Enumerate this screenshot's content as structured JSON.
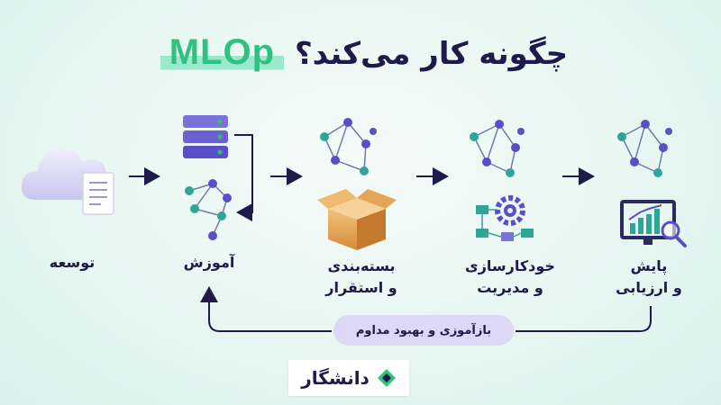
{
  "title": {
    "fa": "چگونه کار می‌کند؟",
    "en": "MLOp"
  },
  "stages": [
    {
      "label": "توسعه",
      "icon": "cloud-document-icon"
    },
    {
      "label": "آموزش",
      "icon": "server-network-icon"
    },
    {
      "label": "بسته‌بندی\nو استقرار",
      "icon": "box-network-icon"
    },
    {
      "label": "خودکارسازی\nو مدیریت",
      "icon": "gear-flow-network-icon"
    },
    {
      "label": "پایش\nو ارزیابی",
      "icon": "chart-magnifier-network-icon"
    }
  ],
  "loop": {
    "label": "بازآموزی و بهبود مداوم"
  },
  "brand": {
    "name": "دانشگار",
    "icon": "brand-logo-icon"
  },
  "colors": {
    "navy": "#1e1a4a",
    "purple": "#5b4fc9",
    "teal": "#2fa59a",
    "mint": "#9be8cd",
    "lavender": "#ded8f7",
    "green": "#2ec27e"
  }
}
